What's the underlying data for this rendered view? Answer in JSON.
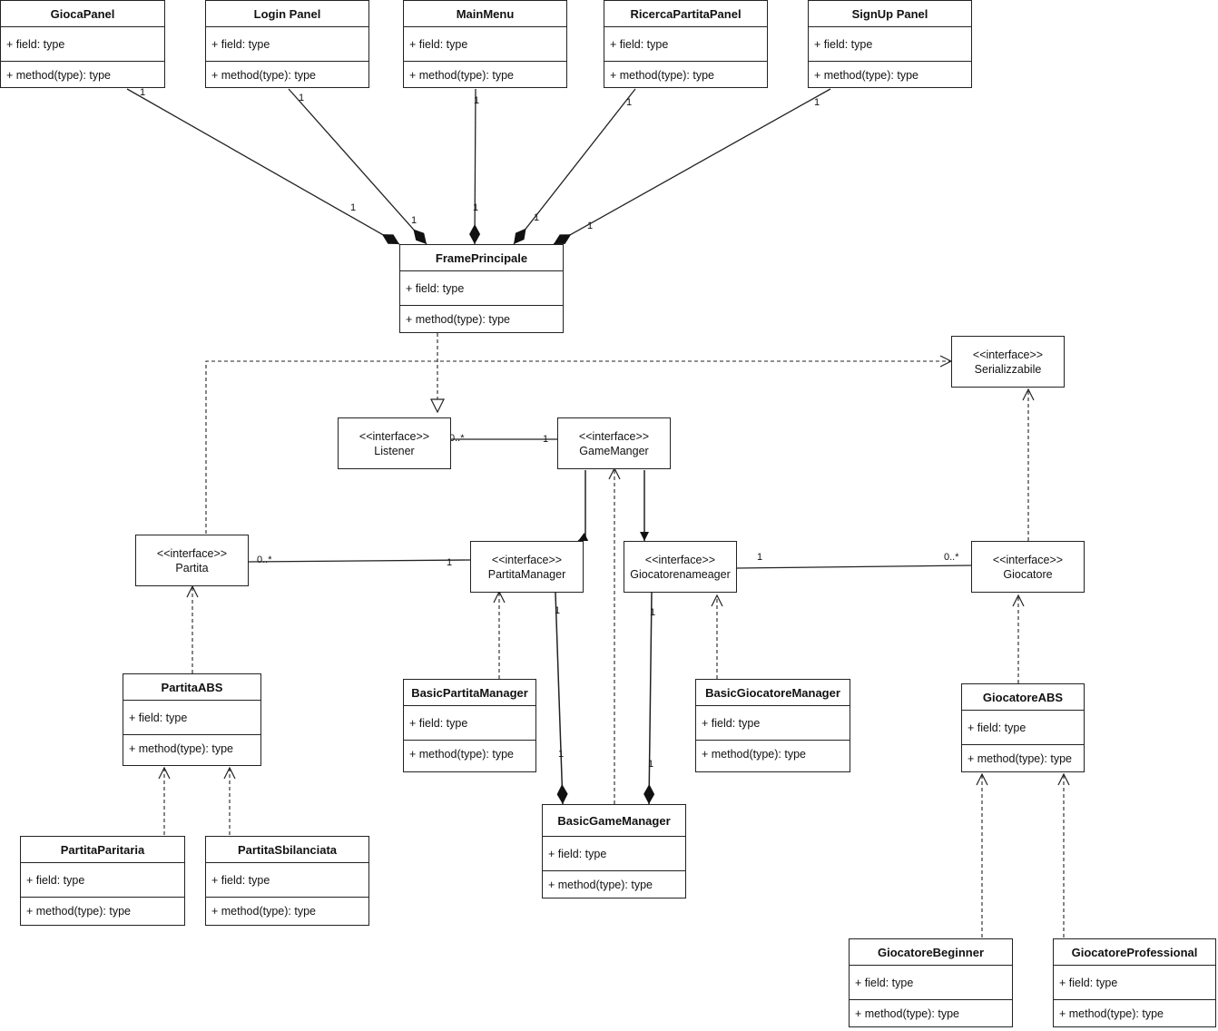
{
  "classes": {
    "gioca_panel": {
      "name": "GiocaPanel",
      "field": "+ field: type",
      "method": "+ method(type): type"
    },
    "login_panel": {
      "name": "Login Panel",
      "field": "+ field: type",
      "method": "+ method(type): type"
    },
    "main_menu": {
      "name": "MainMenu",
      "field": "+ field: type",
      "method": "+ method(type): type"
    },
    "ricerca_panel": {
      "name": "RicercaPartitaPanel",
      "field": "+ field: type",
      "method": "+ method(type): type"
    },
    "signup_panel": {
      "name": "SignUp Panel",
      "field": "+ field: type",
      "method": "+ method(type): type"
    },
    "frame_principale": {
      "name": "FramePrincipale",
      "field": "+ field: type",
      "method": "+ method(type): type"
    },
    "partita_abs": {
      "name": "PartitaABS",
      "field": "+ field: type",
      "method": "+ method(type): type"
    },
    "basic_partita_manager": {
      "name": "BasicPartitaManager",
      "field": "+ field: type",
      "method": "+ method(type): type"
    },
    "basic_giocatore_manager": {
      "name": "BasicGiocatoreManager",
      "field": "+ field: type",
      "method": "+ method(type): type"
    },
    "giocatore_abs": {
      "name": "GiocatoreABS",
      "field": "+ field: type",
      "method": "+ method(type): type"
    },
    "partita_paritaria": {
      "name": "PartitaParitaria",
      "field": "+ field: type",
      "method": "+ method(type): type"
    },
    "partita_sbilanciata": {
      "name": "PartitaSbilanciata",
      "field": "+ field: type",
      "method": "+ method(type): type"
    },
    "basic_game_manager": {
      "name": "BasicGameManager",
      "field": "+ field: type",
      "method": "+ method(type): type"
    },
    "giocatore_beginner": {
      "name": "GiocatoreBeginner",
      "field": "+ field: type",
      "method": "+ method(type): type"
    },
    "giocatore_professional": {
      "name": "GiocatoreProfessional",
      "field": "+ field: type",
      "method": "+ method(type): type"
    }
  },
  "interfaces": {
    "stereotype": "<<interface>>",
    "serializzabile": "Serializzabile",
    "listener": "Listener",
    "game_manager": "GameManger",
    "partita": "Partita",
    "partita_manager": "PartitaManager",
    "giocatore_manager": "Giocatorenameager",
    "giocatore": "Giocatore"
  },
  "multiplicities": {
    "one": "1",
    "zero_many": "0..*"
  }
}
